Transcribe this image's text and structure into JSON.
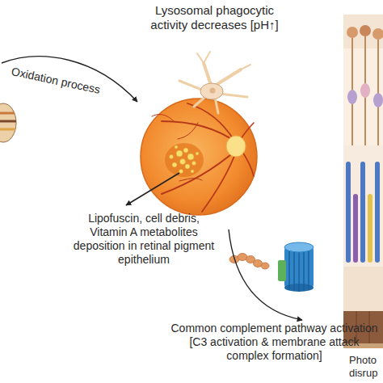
{
  "diagram": {
    "labels": [
      "Lysosomal phagocytic activity decreases [pH↑]",
      "Oxidation process",
      "Lipofuscin, cell debris, Vitamin A metabolites deposition in retinal pigment epithelium",
      "Common complement pathway activation [C3 activation & membrane attack complex formation]",
      "Photo disrup"
    ]
  }
}
